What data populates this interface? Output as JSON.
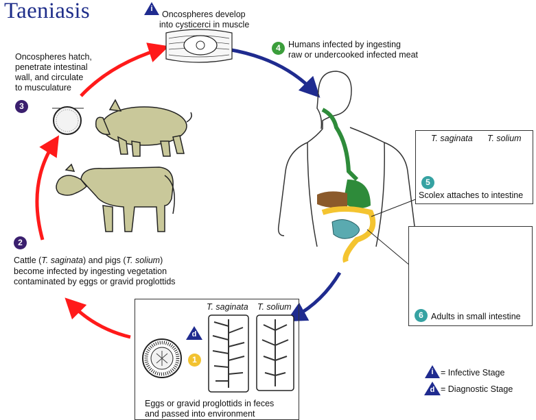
{
  "title": "Taeniasis",
  "colors": {
    "red_arrow": "#ff1a1a",
    "blue_arrow": "#1f2b8f",
    "stage_purple": "#3a1f6e",
    "stage_green": "#3b9e3b",
    "stage_teal": "#36a2a2",
    "stage_yellow": "#f2c230",
    "animal_fill": "#c9c89a",
    "gut_green": "#2e8b3a",
    "colon_yellow": "#f4c430",
    "small_intestine_teal": "#5aaab0",
    "liver_brown": "#8b5a2b"
  },
  "stages": {
    "s1": {
      "number": "1",
      "color_key": "stage_yellow",
      "text": "Eggs or gravid proglottids in feces and passed into environment",
      "line1": "Eggs or gravid proglottids in feces",
      "line2": "and passed into environment"
    },
    "s2": {
      "number": "2",
      "color_key": "stage_purple",
      "line1_a": "Cattle (",
      "line1_b": "T. saginata",
      "line1_c": ") and pigs (",
      "line1_d": "T. solium",
      "line1_e": ")",
      "line2": "become infected by ingesting vegetation",
      "line3": "contaminated by eggs or gravid proglottids"
    },
    "s3": {
      "number": "3",
      "color_key": "stage_purple",
      "line1": "Oncospheres hatch,",
      "line2": "penetrate intestinal",
      "line3": "wall, and circulate",
      "line4": "to musculature"
    },
    "s4": {
      "number": "4",
      "color_key": "stage_green",
      "line1": "Humans infected by ingesting",
      "line2": "raw or undercooked infected meat"
    },
    "s5": {
      "number": "5",
      "color_key": "stage_teal",
      "text": "Scolex attaches to intestine"
    },
    "s6": {
      "number": "6",
      "color_key": "stage_teal",
      "text": "Adults in small intestine"
    }
  },
  "muscle": {
    "icon": "i",
    "line1": "Oncospheres develop",
    "line2": "into cysticerci in muscle"
  },
  "species": {
    "saginata": "T. saginata",
    "solium": "T. solium"
  },
  "egg_box": {
    "diagnostic_icon": "d",
    "infective_number": "1"
  },
  "legend": {
    "infective_icon": "i",
    "infective_label": "= Infective Stage",
    "diagnostic_icon": "d",
    "diagnostic_label": "= Diagnostic Stage"
  }
}
